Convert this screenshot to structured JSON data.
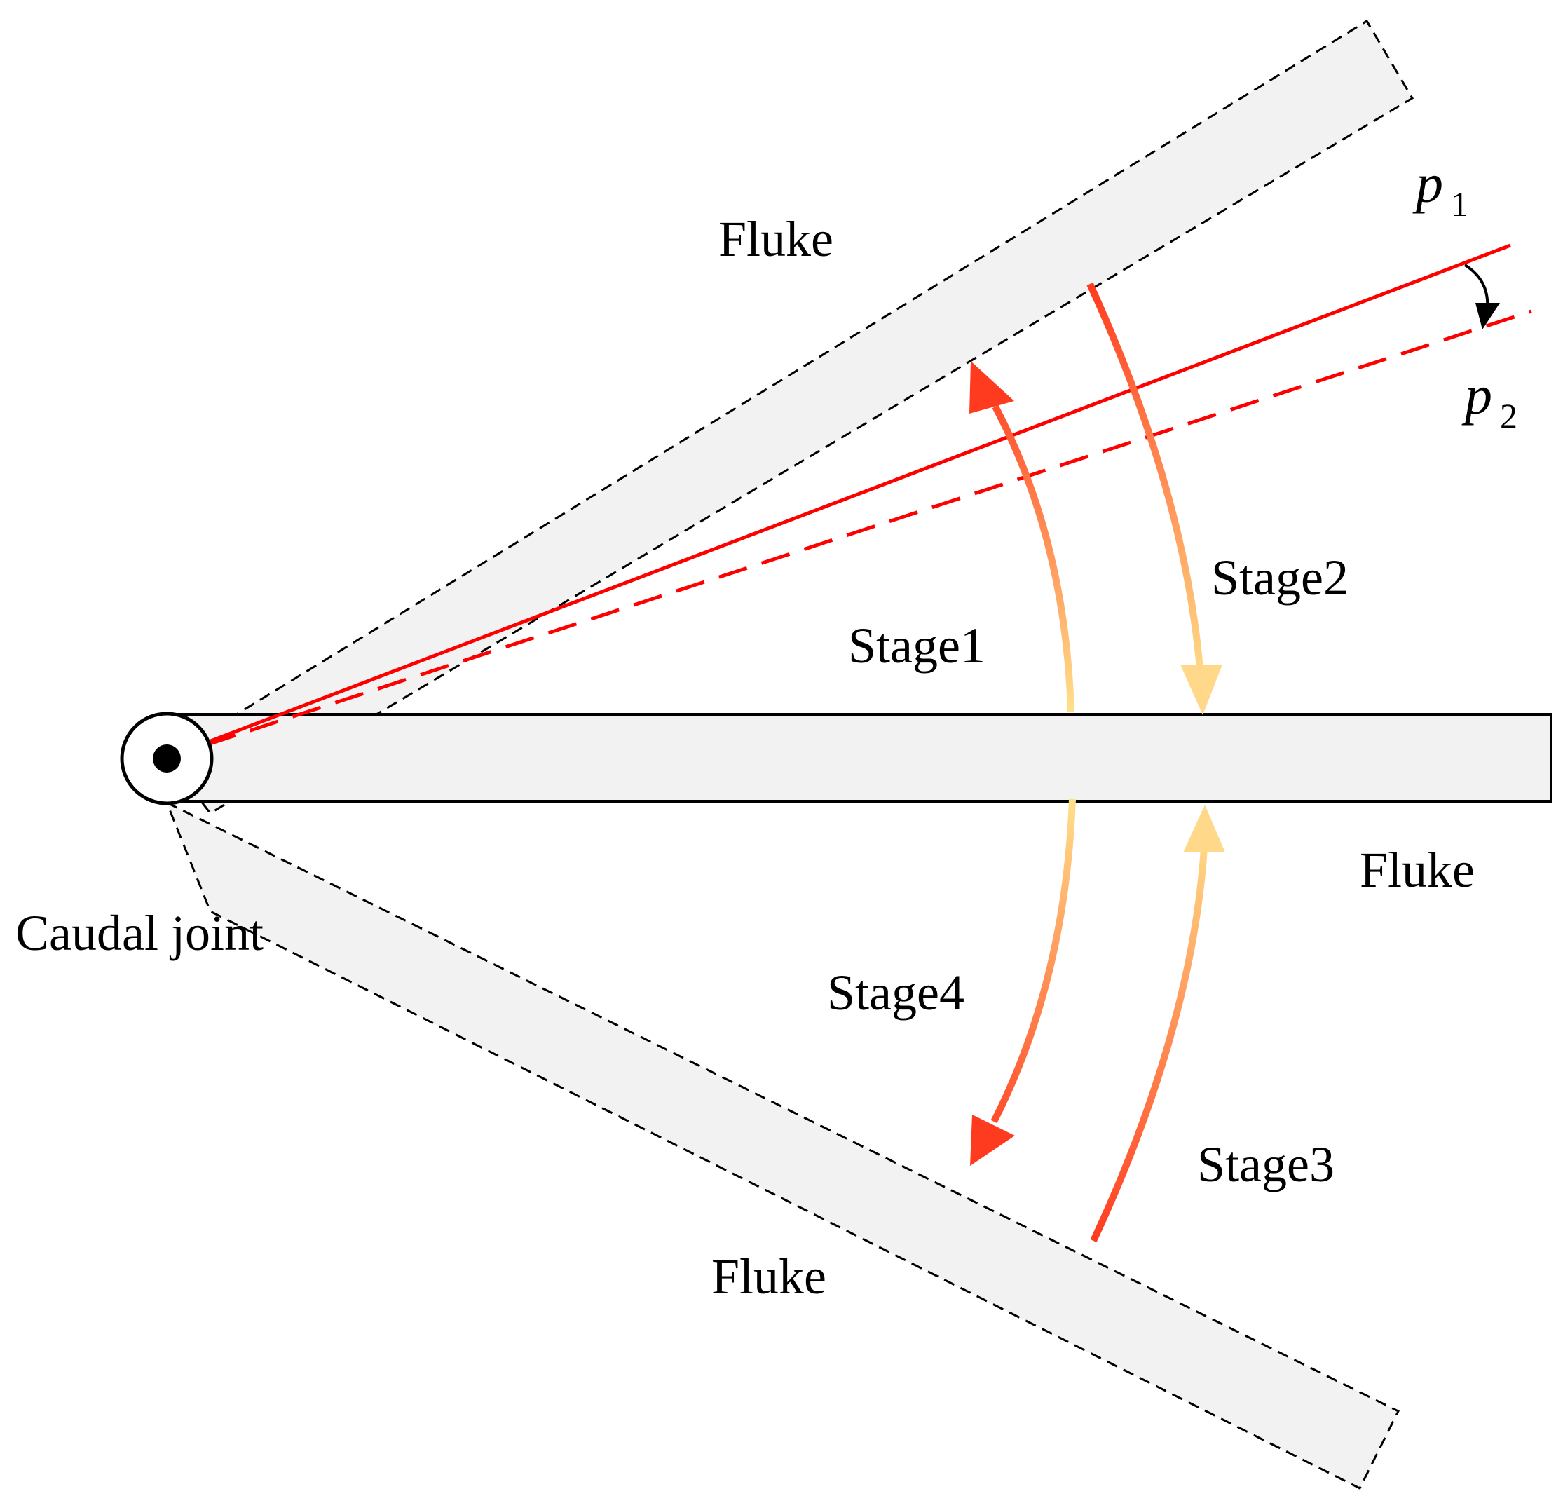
{
  "labels": {
    "fluke_top": "Fluke",
    "fluke_right": "Fluke",
    "fluke_bottom": "Fluke",
    "caudal_joint": "Caudal joint",
    "stage1": "Stage1",
    "stage2": "Stage2",
    "stage3": "Stage3",
    "stage4": "Stage4",
    "p1_main": "p",
    "p1_sub": "1",
    "p2_main": "p",
    "p2_sub": "2"
  },
  "colors": {
    "fluke_fill": "#f2f2f2",
    "outline": "#000000",
    "red_line": "#ff0000",
    "arrow_strong": "#ff3b1f",
    "arrow_light": "#ffe08a"
  }
}
